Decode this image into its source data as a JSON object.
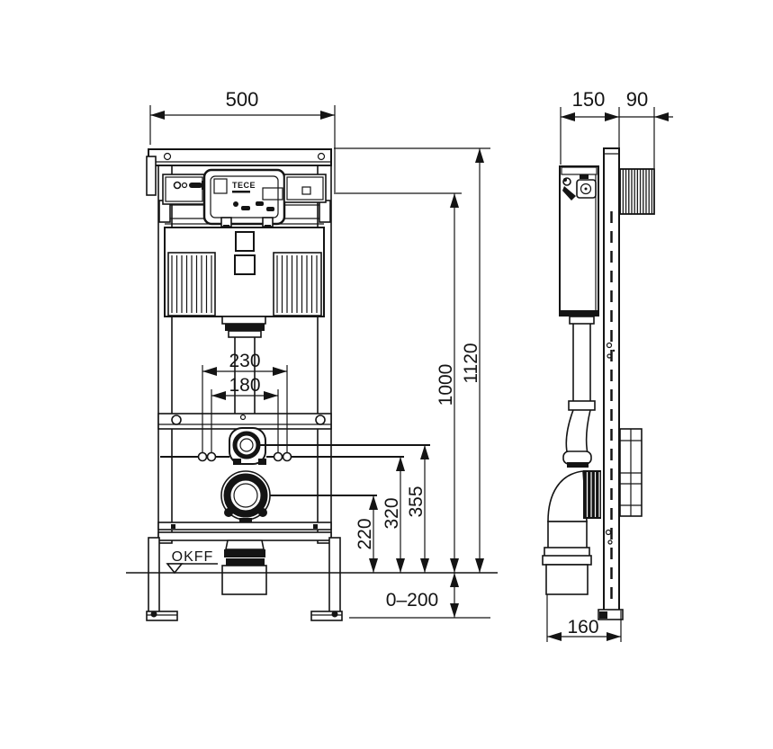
{
  "labels": {
    "floor_level": "OKFF",
    "brand": "TECE"
  },
  "dimensions": {
    "front_width": "500",
    "side_depth": "150",
    "side_wall_offset": "90",
    "fixing_spacing_outer": "230",
    "fixing_spacing_inner": "180",
    "actuation_height": "1000",
    "frame_height": "1120",
    "drain_center_height": "220",
    "fixing_height": "320",
    "flush_bend_height": "355",
    "floor_adjustment_range": "0–200",
    "side_drain_offset": "160"
  },
  "colors": {
    "ink": "#141414",
    "paper": "#ffffff"
  }
}
